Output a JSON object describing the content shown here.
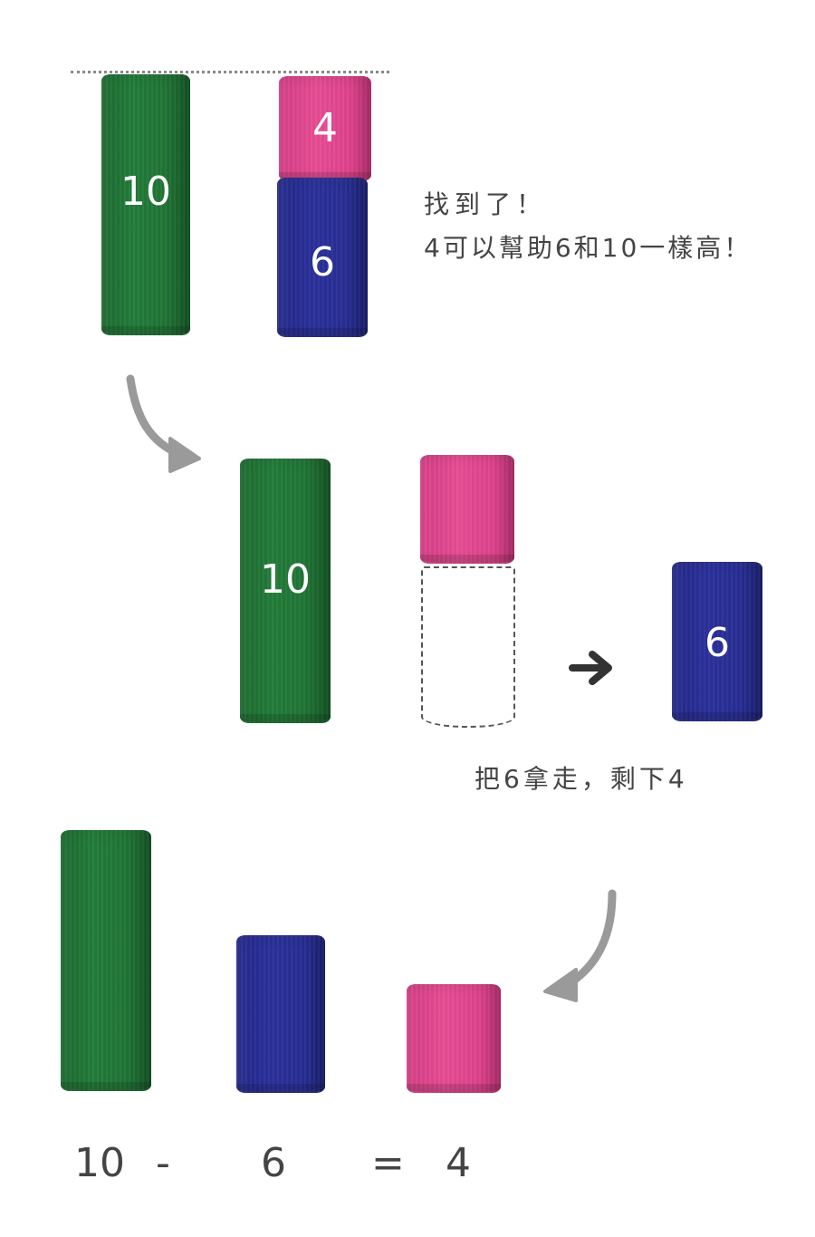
{
  "blocks": {
    "top_green": "10",
    "top_pink": "4",
    "top_blue": "6",
    "mid_green": "10",
    "mid_blue": "6"
  },
  "notes": {
    "found_line1": "找到了！",
    "found_line2": "4可以幫助6和10一樣高！",
    "take_away": "把6拿走，剩下4"
  },
  "equation": {
    "a": "10",
    "op": "-",
    "b": "6",
    "eq": "=",
    "result": "4"
  },
  "colors": {
    "green": "#237d3a",
    "pink": "#e84d94",
    "blue": "#2b319b",
    "arrow": "#9a9a9a"
  }
}
